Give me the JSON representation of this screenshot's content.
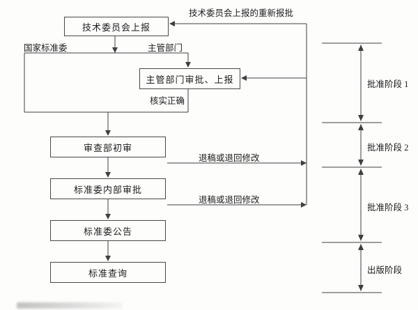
{
  "diagram": {
    "boxes": [
      {
        "label": "技术委员会上报"
      },
      {
        "label": "主管部门审批、上报"
      },
      {
        "label": "审查部初审"
      },
      {
        "label": "标准委内部审批"
      },
      {
        "label": "标准委公告"
      },
      {
        "label": "标准查询"
      }
    ],
    "labels": {
      "resubmission": "技术委员会上报的重新报批",
      "national_standards_committee": "国家标准委",
      "competent_department": "主管部门",
      "verification": "核实正确",
      "reject_or_return_1": "退稿或退回修改",
      "reject_or_return_2": "退稿或退回修改"
    },
    "phases": [
      {
        "label": "批准阶段 1"
      },
      {
        "label": "批准阶段 2"
      },
      {
        "label": "批准阶段 3"
      },
      {
        "label": "出版阶段"
      }
    ]
  },
  "colors": {
    "line": "#3f3f3f",
    "text": "#1c1c1c",
    "background": "#fdfdfc"
  }
}
